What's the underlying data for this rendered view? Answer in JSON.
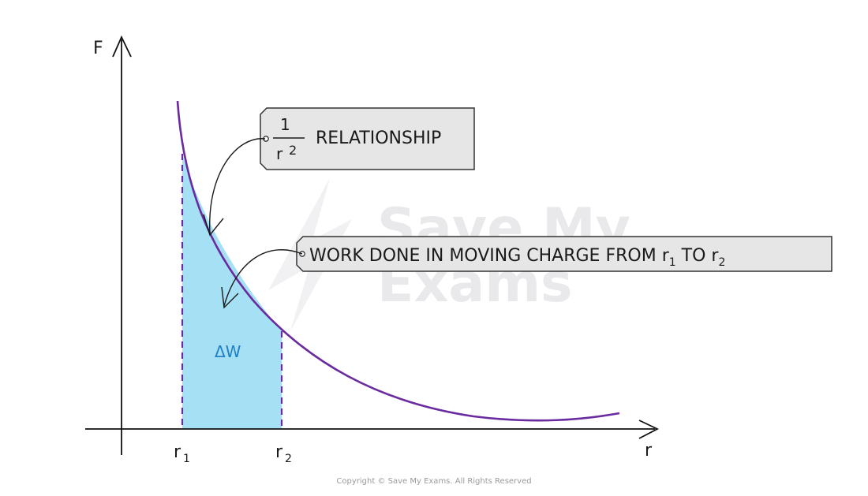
{
  "axes": {
    "y_label": "F",
    "x_label": "r"
  },
  "ticks": {
    "r1_main": "r",
    "r1_sub": "1",
    "r2_main": "r",
    "r2_sub": "2"
  },
  "area_label": "ΔW",
  "callout_relationship": {
    "numerator": "1",
    "denominator_main": "r",
    "denominator_exp": "2",
    "text": "RELATIONSHIP"
  },
  "callout_work": {
    "text_before_r1": "WORK DONE IN MOVING CHARGE FROM ",
    "r1_main": "r",
    "r1_sub": "1",
    "text_between": " TO ",
    "r2_main": "r",
    "r2_sub": "2"
  },
  "watermark": {
    "line1": "Save My",
    "line2": "Exams"
  },
  "copyright": "Copyright © Save My Exams. All Rights Reserved",
  "colors": {
    "curve": "#6a2aa0",
    "area_fill": "#a6e0f5",
    "area_label": "#1f7fc4",
    "callout_fill": "#e6e6e6",
    "axis": "#111111"
  }
}
